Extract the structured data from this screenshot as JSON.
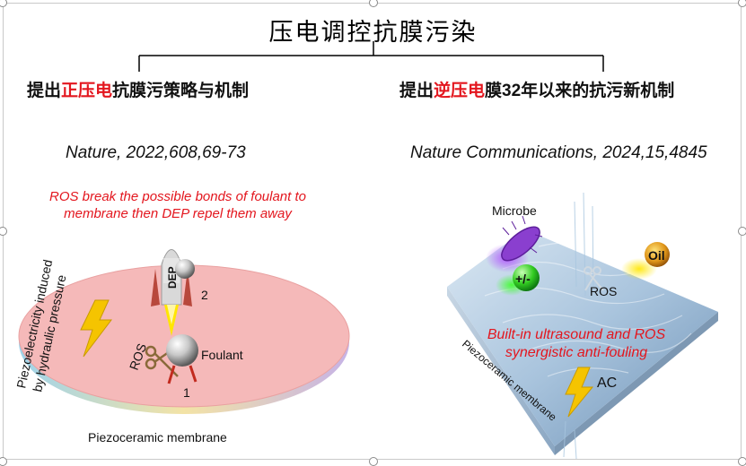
{
  "title": "压电调控抗膜污染",
  "left": {
    "heading_prefix": "提出",
    "heading_highlight": "正压电",
    "heading_suffix": "抗膜污策略与机制",
    "citation": "Nature, 2022,608,69-73",
    "note_line1": "ROS break the possible bonds of foulant to",
    "note_line2": "membrane then DEP repel them away",
    "vertical_label_line1": "Piezoelectricity induced",
    "vertical_label_line2": "by hydraulic pressure",
    "rocket_label": "DEP",
    "step2": "2",
    "ros": "ROS",
    "foulant": "Foulant",
    "step1": "1",
    "membrane": "Piezoceramic membrane"
  },
  "right": {
    "heading_prefix": "提出",
    "heading_highlight": "逆压电",
    "heading_suffix_a": "膜",
    "heading_number": "32",
    "heading_suffix_b": "年以来的抗污新机制",
    "citation": "Nature Communications, 2024,15,4845",
    "microbe": "Microbe",
    "charge": "+/-",
    "oil": "Oil",
    "ros": "ROS",
    "banner_line1": "Built-in ultrasound and ROS",
    "banner_line2": "synergistic anti-fouling",
    "membrane": "Piezoceramic membrane",
    "ac": "AC"
  },
  "colors": {
    "highlight": "#e3161e",
    "membrane_pink": "#f5b9b9",
    "lightning": "#f5c400",
    "plate_blue": "#a9c4dd"
  }
}
